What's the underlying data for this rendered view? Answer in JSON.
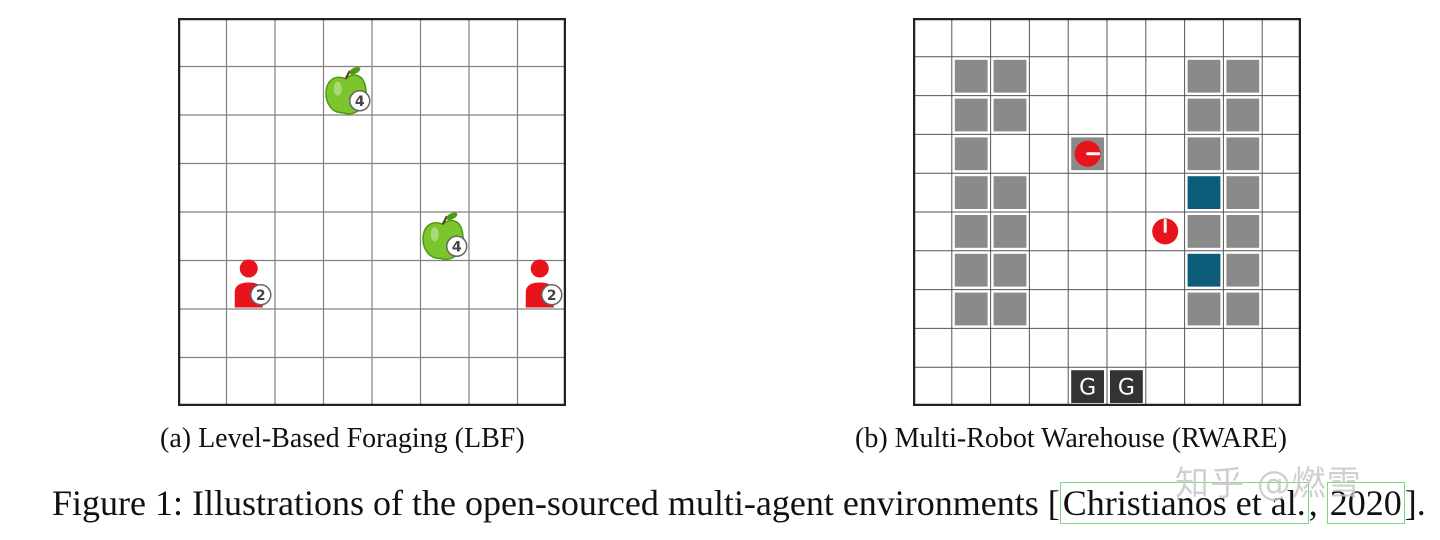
{
  "lbf": {
    "grid_size": 8,
    "apples": [
      {
        "row": 1,
        "col": 3,
        "level": "4"
      },
      {
        "row": 4,
        "col": 5,
        "level": "4"
      }
    ],
    "agents": [
      {
        "row": 5,
        "col": 1,
        "level": "2"
      },
      {
        "row": 5,
        "col": 7,
        "level": "2"
      }
    ],
    "colors": {
      "agent": "#e8141b",
      "apple": "#7bc62d",
      "apple_dark": "#4e9a10",
      "grid": "#808080"
    }
  },
  "rware": {
    "rows": 10,
    "cols": 10,
    "shelves": [
      [
        1,
        1
      ],
      [
        1,
        2
      ],
      [
        1,
        7
      ],
      [
        1,
        8
      ],
      [
        2,
        1
      ],
      [
        2,
        2
      ],
      [
        2,
        7
      ],
      [
        2,
        8
      ],
      [
        3,
        1
      ],
      [
        3,
        4
      ],
      [
        3,
        7
      ],
      [
        3,
        8
      ],
      [
        4,
        1
      ],
      [
        4,
        2
      ],
      [
        4,
        7
      ],
      [
        4,
        8
      ],
      [
        5,
        1
      ],
      [
        5,
        2
      ],
      [
        5,
        7
      ],
      [
        5,
        8
      ],
      [
        6,
        1
      ],
      [
        6,
        2
      ],
      [
        6,
        7
      ],
      [
        6,
        8
      ],
      [
        7,
        1
      ],
      [
        7,
        2
      ],
      [
        7,
        7
      ],
      [
        7,
        8
      ]
    ],
    "requested_shelves": [
      [
        4,
        7
      ],
      [
        6,
        7
      ]
    ],
    "robots": [
      {
        "row": 3,
        "col": 4,
        "dir": "right"
      },
      {
        "row": 5,
        "col": 6,
        "dir": "up"
      }
    ],
    "goals": [
      {
        "row": 9,
        "col": 4,
        "label": "G"
      },
      {
        "row": 9,
        "col": 5,
        "label": "G"
      }
    ],
    "colors": {
      "shelf": "#8a8a8a",
      "requested": "#0d5c7a",
      "robot": "#e8141b",
      "goal": "#333333",
      "grid": "#555555"
    }
  },
  "captions": {
    "a": "(a) Level-Based Foraging (LBF)",
    "b": "(b) Multi-Robot Warehouse (RWARE)",
    "figure_prefix": "Figure 1: Illustrations of the open-sourced multi-agent environments [",
    "citation_author": "Christianos et al.",
    "citation_sep": ", ",
    "citation_year": "2020",
    "figure_suffix": "]."
  },
  "watermark": "知乎 @燃雪"
}
